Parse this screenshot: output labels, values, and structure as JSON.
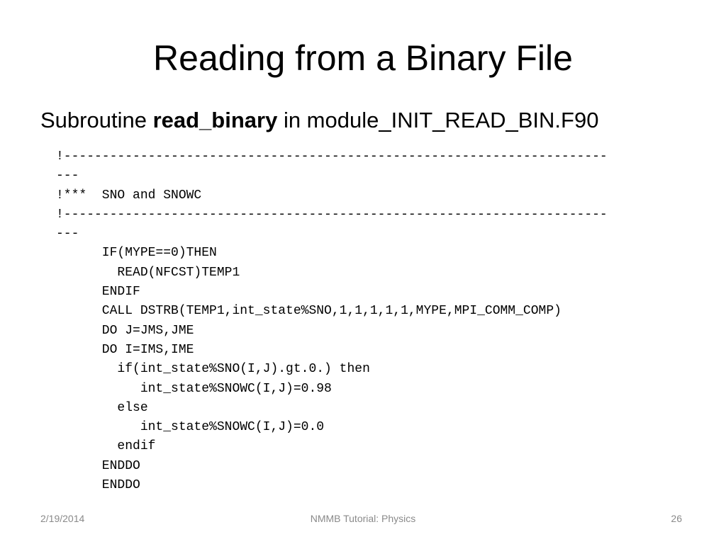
{
  "slide": {
    "title": "Reading from a Binary File",
    "subtitle": {
      "prefix": "Subroutine ",
      "bold": "read_binary",
      "suffix": "  in module_INIT_READ_BIN.F90"
    },
    "code_lines": [
      "!-----------------------------------------------------------------------",
      "---",
      "!***  SNO and SNOWC",
      "!-----------------------------------------------------------------------",
      "---",
      "      IF(MYPE==0)THEN",
      "        READ(NFCST)TEMP1",
      "      ENDIF",
      "      CALL DSTRB(TEMP1,int_state%SNO,1,1,1,1,1,MYPE,MPI_COMM_COMP)",
      "      DO J=JMS,JME",
      "      DO I=IMS,IME",
      "        if(int_state%SNO(I,J).gt.0.) then",
      "           int_state%SNOWC(I,J)=0.98",
      "        else",
      "           int_state%SNOWC(I,J)=0.0",
      "        endif",
      "      ENDDO",
      "      ENDDO"
    ],
    "footer": {
      "date": "2/19/2014",
      "center": "NMMB Tutorial: Physics",
      "page": "26"
    }
  }
}
